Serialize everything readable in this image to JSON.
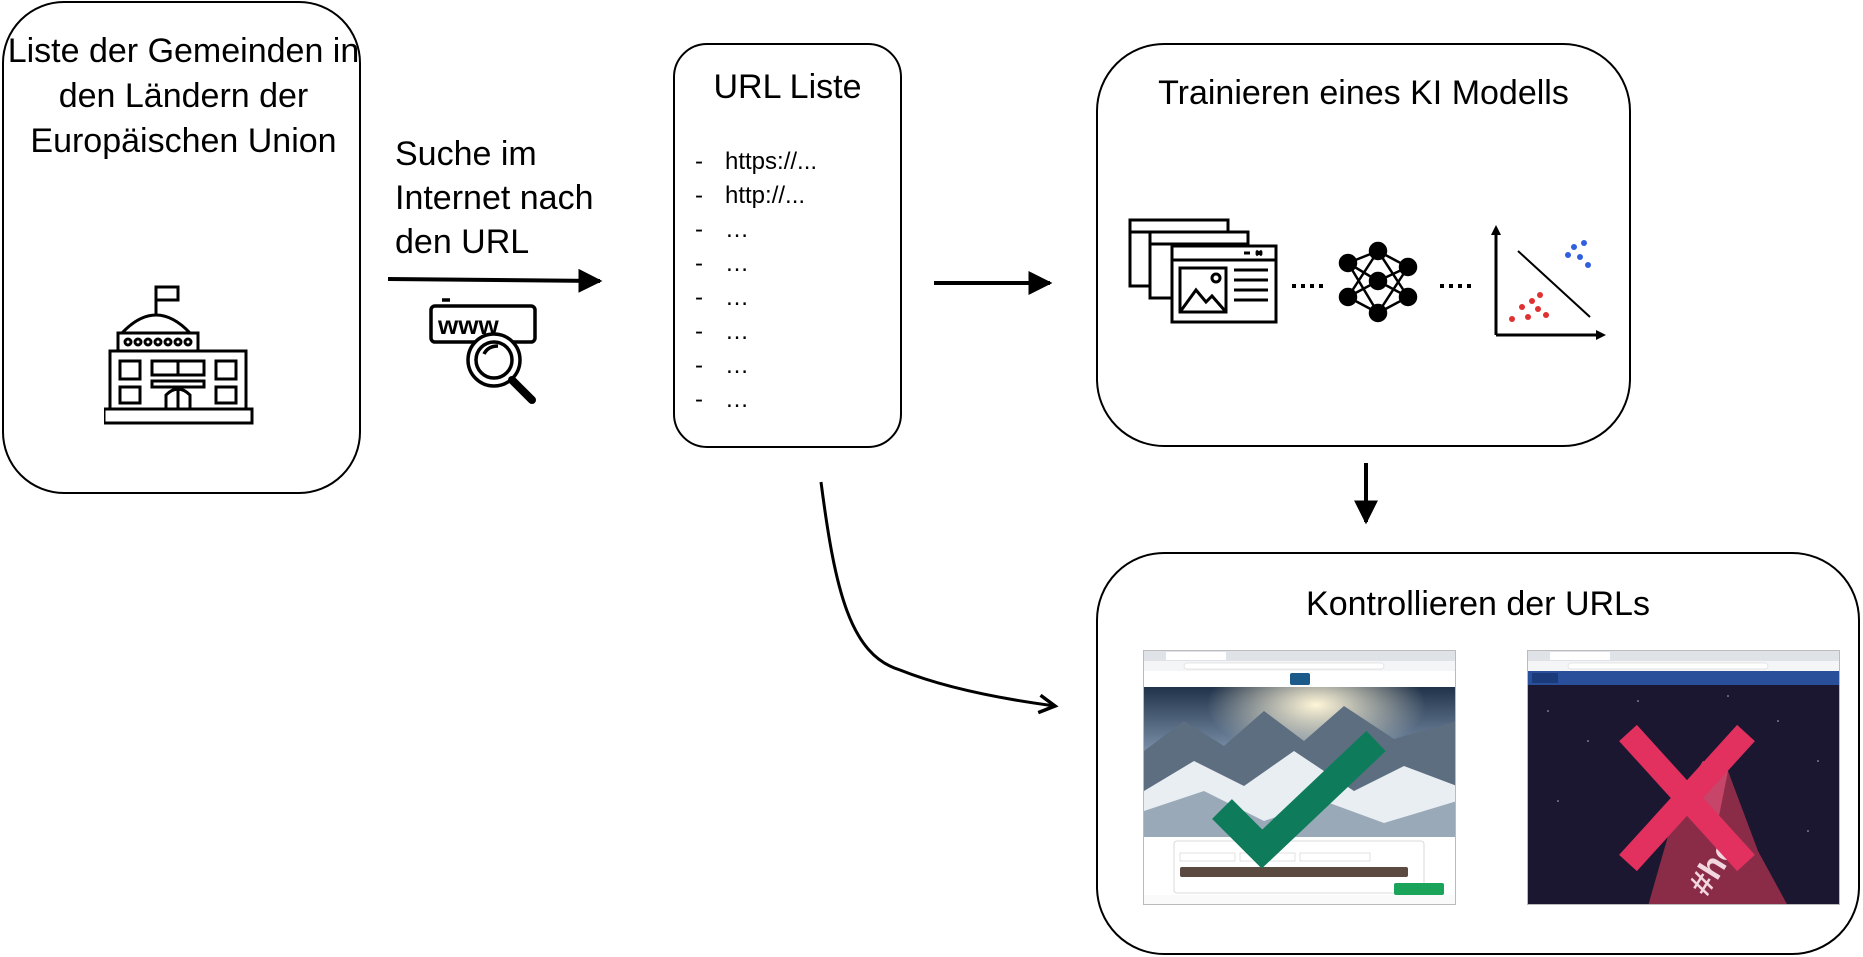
{
  "gemeinden_box": {
    "title": "Liste der Gemeinden in den Ländern der Europäischen Union",
    "icon": "town-hall-icon"
  },
  "search_step": {
    "label": "Suche im Internet nach den URL",
    "icon": "www-search-icon"
  },
  "url_box": {
    "title": "URL Liste",
    "items": [
      "https://...",
      "http://...",
      "…",
      "…",
      "…",
      "…",
      "…",
      "…"
    ]
  },
  "train_box": {
    "title": "Trainieren eines KI Modells",
    "icons": [
      "web-pages-icon",
      "neural-network-icon",
      "scatter-plot-icon"
    ]
  },
  "control_box": {
    "title": "Kontrollieren der URLs",
    "screenshots": [
      {
        "verdict": "correct",
        "mark": "check-mark-icon",
        "mark_color": "#0e7c5b"
      },
      {
        "verdict": "wrong",
        "mark": "cross-mark-icon",
        "mark_color": "#e2305f"
      }
    ]
  },
  "colors": {
    "stroke": "#000000",
    "scatter_red": "#e03030",
    "scatter_blue": "#3060e0"
  }
}
